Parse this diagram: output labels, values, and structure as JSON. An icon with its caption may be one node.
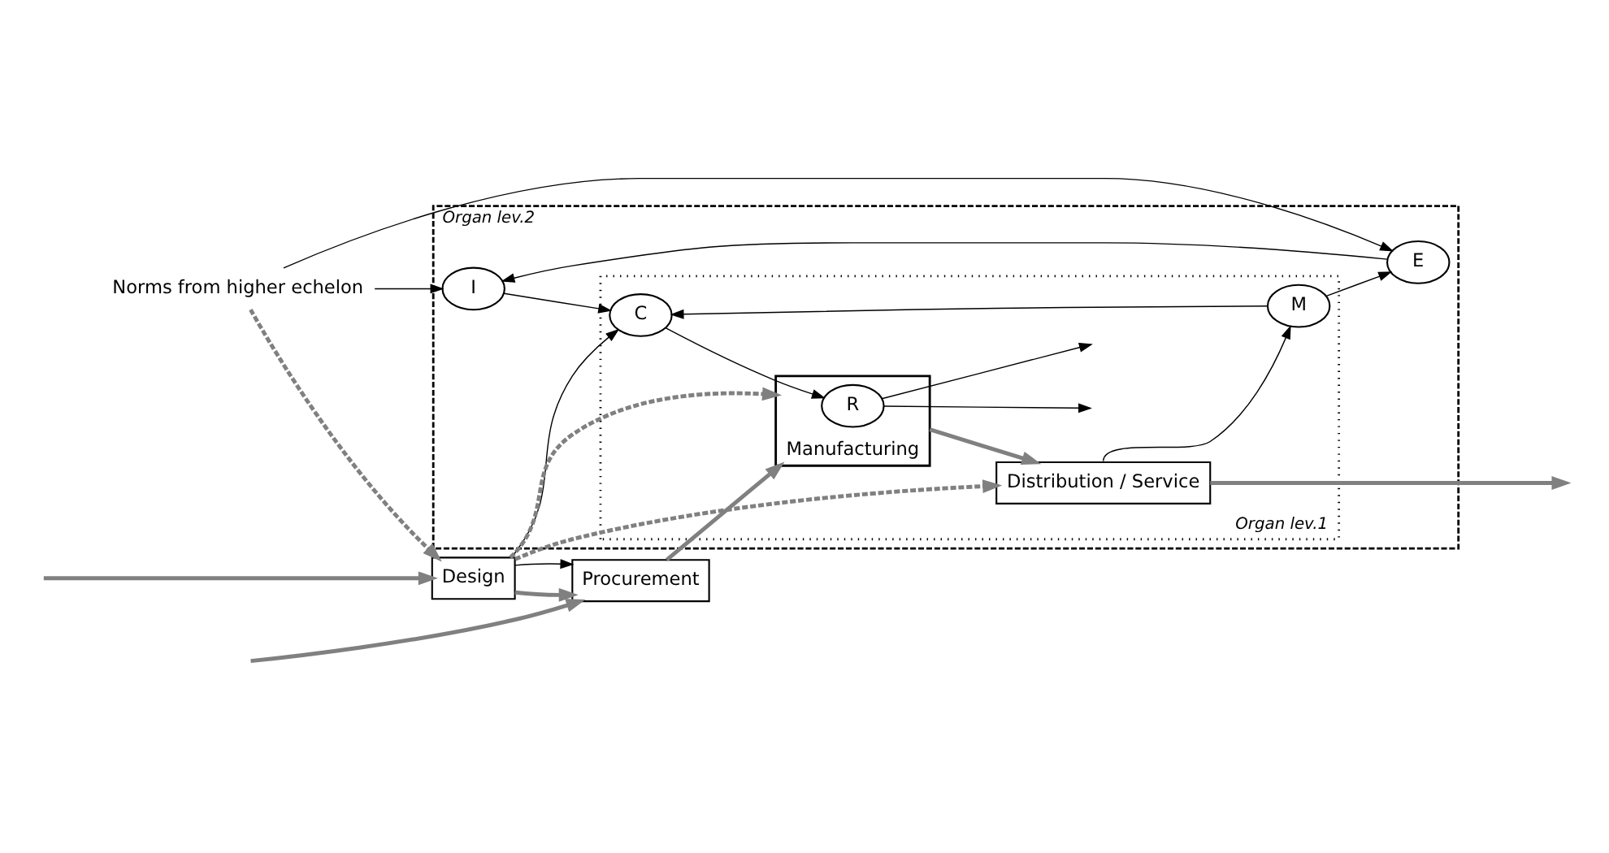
{
  "diagram": {
    "nodes": [
      {
        "text": [
          "Norms from higher echelon"
        ]
      },
      {
        "text": [
          "Organ lev.2"
        ]
      },
      {
        "text": [
          "I"
        ],
        "in": 1
      },
      {
        "text": [
          "E"
        ],
        "in": 1
      },
      {
        "text": [
          "Organ lev.1"
        ],
        "in": 1
      },
      {
        "text": [
          "C"
        ],
        "in": 4
      },
      {
        "text": [
          "M"
        ],
        "in": 4
      },
      {
        "text": [
          "Manufacturing"
        ],
        "in": 4
      },
      {
        "text": [
          "R"
        ],
        "in": 7
      },
      {
        "text": [
          "Distribution / Service"
        ],
        "in": 4
      },
      {
        "text": [
          "Design"
        ]
      },
      {
        "text": [
          "Procurement"
        ]
      }
    ],
    "edges": [
      {
        "from": 0,
        "to": 2,
        "arrow": "to"
      },
      {
        "from": 0,
        "to": 3,
        "arrow": "to"
      },
      {
        "from": 0,
        "to": 10,
        "arrow": "to",
        "style": "dashed",
        "color": "#808080"
      },
      {
        "from": 3,
        "to": 2,
        "arrow": "to"
      },
      {
        "from": 2,
        "to": 5,
        "arrow": "to"
      },
      {
        "from": 6,
        "to": 3,
        "arrow": "to"
      },
      {
        "from": 6,
        "to": 5,
        "arrow": "to"
      },
      {
        "from": 10,
        "to": 5,
        "arrow": "to"
      },
      {
        "from": 5,
        "to": 8,
        "arrow": "to"
      },
      {
        "from": 8,
        "to": null,
        "arrow": "to"
      },
      {
        "from": 8,
        "to": null,
        "arrow": "to"
      },
      {
        "from": 10,
        "to": 7,
        "arrow": "to",
        "style": "dashed",
        "color": "#808080"
      },
      {
        "from": 10,
        "to": 9,
        "arrow": "to",
        "style": "dashed",
        "color": "#808080"
      },
      {
        "from": null,
        "to": 10,
        "arrow": "to",
        "style": "thick",
        "color": "#808080"
      },
      {
        "from": 10,
        "to": 11,
        "arrow": "to",
        "style": "thick",
        "color": "#808080"
      },
      {
        "from": 10,
        "to": 11,
        "arrow": "to"
      },
      {
        "from": null,
        "to": 11,
        "arrow": "to",
        "style": "thick",
        "color": "#808080"
      },
      {
        "from": 11,
        "to": 7,
        "arrow": "to",
        "style": "thick",
        "color": "#808080"
      },
      {
        "from": 7,
        "to": 9,
        "arrow": "to",
        "style": "thick",
        "color": "#808080"
      },
      {
        "from": 9,
        "to": null,
        "arrow": "to",
        "style": "thick",
        "color": "#808080"
      },
      {
        "from": 9,
        "to": 6,
        "arrow": "to"
      }
    ]
  }
}
